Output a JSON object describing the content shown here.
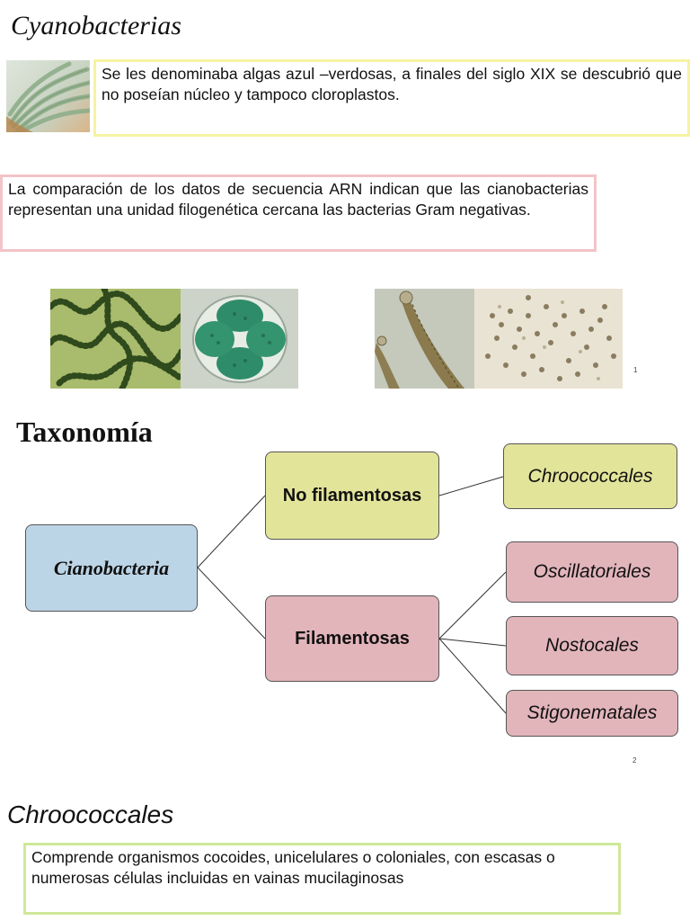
{
  "header": {
    "title": "Cyanobacterias"
  },
  "intro": {
    "box1_text": "Se les denominaba algas azul –verdosas, a finales del siglo XIX se descubrió que no poseían núcleo y tampoco cloroplastos.",
    "box2_text": "La comparación de los datos de secuencia ARN indican que las cianobacterias representan una unidad filogenética cercana las bacterias Gram negativas."
  },
  "page_numbers": {
    "first": "1",
    "second": "2"
  },
  "taxonomy": {
    "title": "Taxonomía",
    "root": "Cianobacteria",
    "branches": [
      {
        "label": "No filamentosas",
        "children": [
          "Chroococcales"
        ]
      },
      {
        "label": "Filamentosas",
        "children": [
          "Oscillatoriales",
          "Nostocales",
          "Stigonematales"
        ]
      }
    ]
  },
  "chroococcales_section": {
    "title": "Chroococcales",
    "text": "Comprende organismos cocoides, unicelulares o coloniales, con escasas o numerosas células incluidas en vainas mucilaginosas"
  }
}
